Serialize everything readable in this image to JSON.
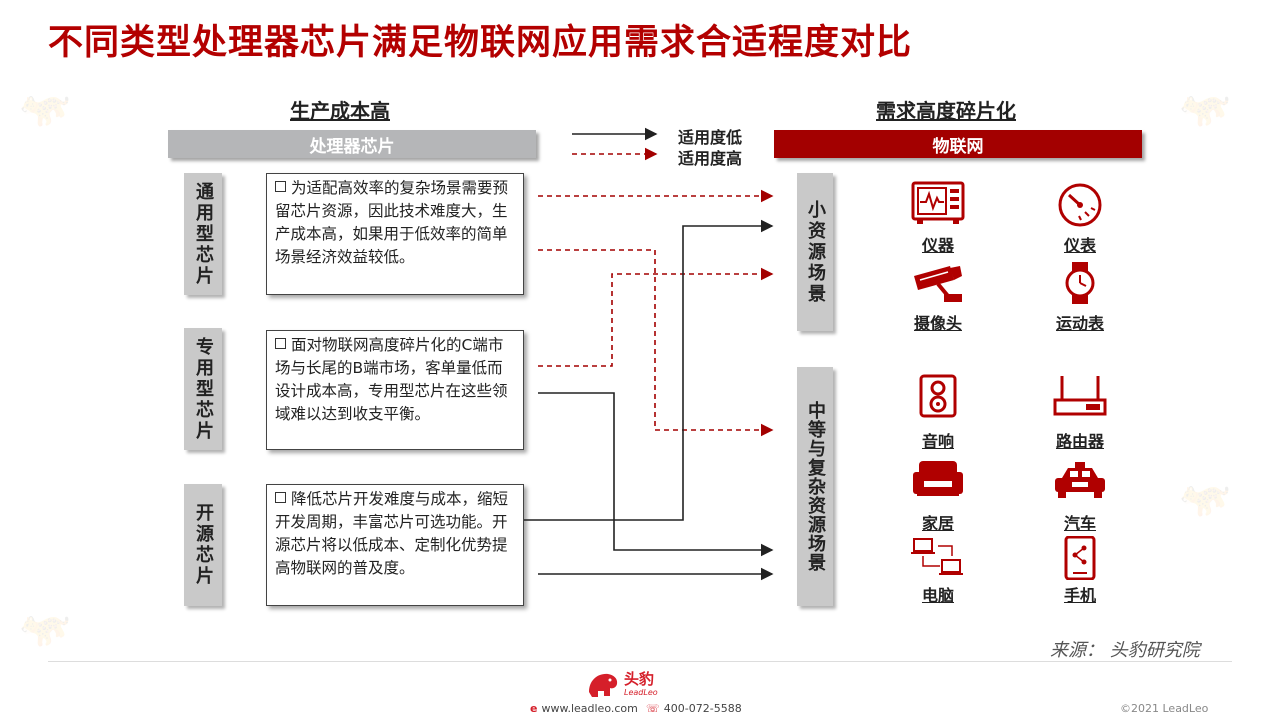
{
  "title": "不同类型处理器芯片满足物联网应用需求合适程度对比",
  "left_header": "生产成本高",
  "right_header": "需求高度碎片化",
  "left_bar": "处理器芯片",
  "right_bar": "物联网",
  "legend": {
    "solid": "适用度低",
    "dashed": "适用度高"
  },
  "chip_types": [
    {
      "label": "通用型芯片",
      "desc": "为适配高效率的复杂场景需要预留芯片资源，因此技术难度大，生产成本高，如果用于低效率的简单场景经济效益较低。"
    },
    {
      "label": "专用型芯片",
      "desc": "面对物联网高度碎片化的C端市场与长尾的B端市场，客单量低而设计成本高，专用型芯片在这些领域难以达到收支平衡。"
    },
    {
      "label": "开源芯片",
      "desc": "降低芯片开发难度与成本，缩短开发周期，丰富芯片可选功能。开源芯片将以低成本、定制化优势提高物联网的普及度。"
    }
  ],
  "scenes": [
    {
      "label": "小资源场景"
    },
    {
      "label": "中等与复杂资源场景"
    }
  ],
  "devices": [
    {
      "label": "仪器",
      "icon": "instrument-icon"
    },
    {
      "label": "仪表",
      "icon": "gauge-icon"
    },
    {
      "label": "摄像头",
      "icon": "camera-icon"
    },
    {
      "label": "运动表",
      "icon": "watch-icon"
    },
    {
      "label": "音响",
      "icon": "speaker-icon"
    },
    {
      "label": "路由器",
      "icon": "router-icon"
    },
    {
      "label": "家居",
      "icon": "sofa-icon"
    },
    {
      "label": "汽车",
      "icon": "car-icon"
    },
    {
      "label": "电脑",
      "icon": "computer-icon"
    },
    {
      "label": "手机",
      "icon": "phone-icon"
    }
  ],
  "source": "来源：  头豹研究院",
  "footer": {
    "brand": "头豹",
    "brand_en": "LeadLeo",
    "website": "www.leadleo.com",
    "phone": "400-072-5588",
    "copyright": "©2021 LeadLeo"
  },
  "colors": {
    "accent": "#a30000",
    "title": "#b30000",
    "gray": "#b5b6b8"
  }
}
